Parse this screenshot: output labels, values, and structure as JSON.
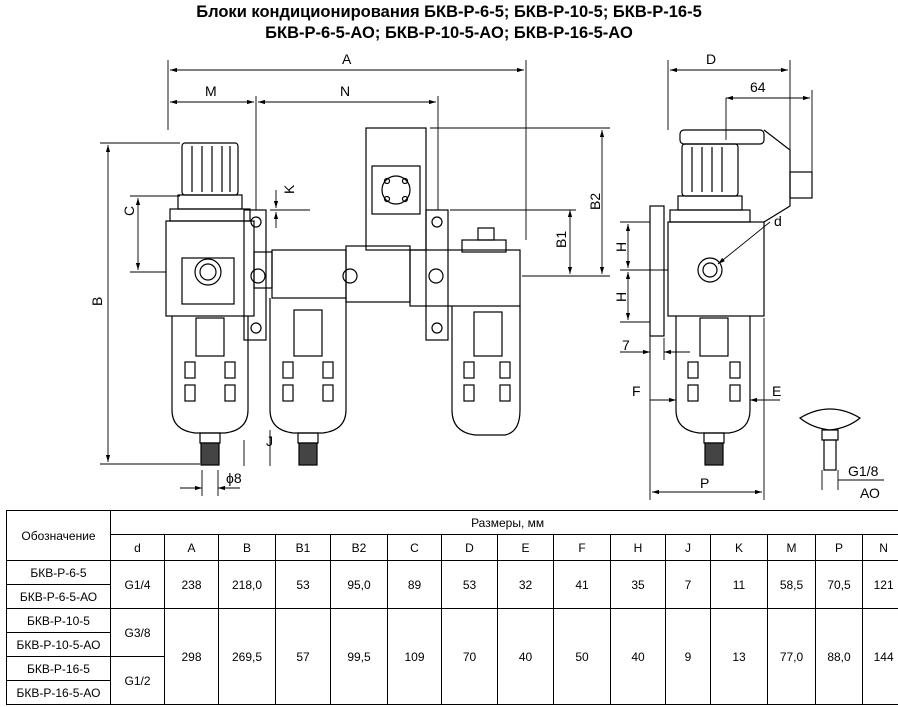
{
  "title": {
    "line1": "Блоки кондиционирования БКВ-Р-6-5; БКВ-Р-10-5; БКВ-Р-16-5",
    "line2": "БКВ-Р-6-5-АО; БКВ-Р-10-5-АО; БКВ-Р-16-5-АО"
  },
  "drawing": {
    "dims": {
      "A": "A",
      "M": "M",
      "N": "N",
      "K": "K",
      "C": "C",
      "B": "B",
      "B1": "B1",
      "B2": "B2",
      "J": "J",
      "d8": "ϕ8",
      "D": "D",
      "d64": "64",
      "d": "d",
      "H1": "H",
      "H2": "H",
      "d7": "7",
      "F": "F",
      "E": "E",
      "P": "P",
      "G18": "G1/8",
      "AO": "АО"
    }
  },
  "table": {
    "col0_header": "Обозначение",
    "group_header": "Размеры, мм",
    "columns": [
      "d",
      "A",
      "B",
      "B1",
      "B2",
      "C",
      "D",
      "E",
      "F",
      "H",
      "J",
      "K",
      "M",
      "P",
      "N"
    ],
    "designations": [
      "БКВ-Р-6-5",
      "БКВ-Р-6-5-АО",
      "БКВ-Р-10-5",
      "БКВ-Р-10-5-АО",
      "БКВ-Р-16-5",
      "БКВ-Р-16-5-АО"
    ],
    "d_values": [
      "G1/4",
      "G3/8",
      "G1/2"
    ],
    "row_small": [
      "238",
      "218,0",
      "53",
      "95,0",
      "89",
      "53",
      "32",
      "41",
      "35",
      "7",
      "11",
      "58,5",
      "70,5",
      "121"
    ],
    "row_large": [
      "298",
      "269,5",
      "57",
      "99,5",
      "109",
      "70",
      "40",
      "50",
      "40",
      "9",
      "13",
      "77,0",
      "88,0",
      "144"
    ]
  }
}
